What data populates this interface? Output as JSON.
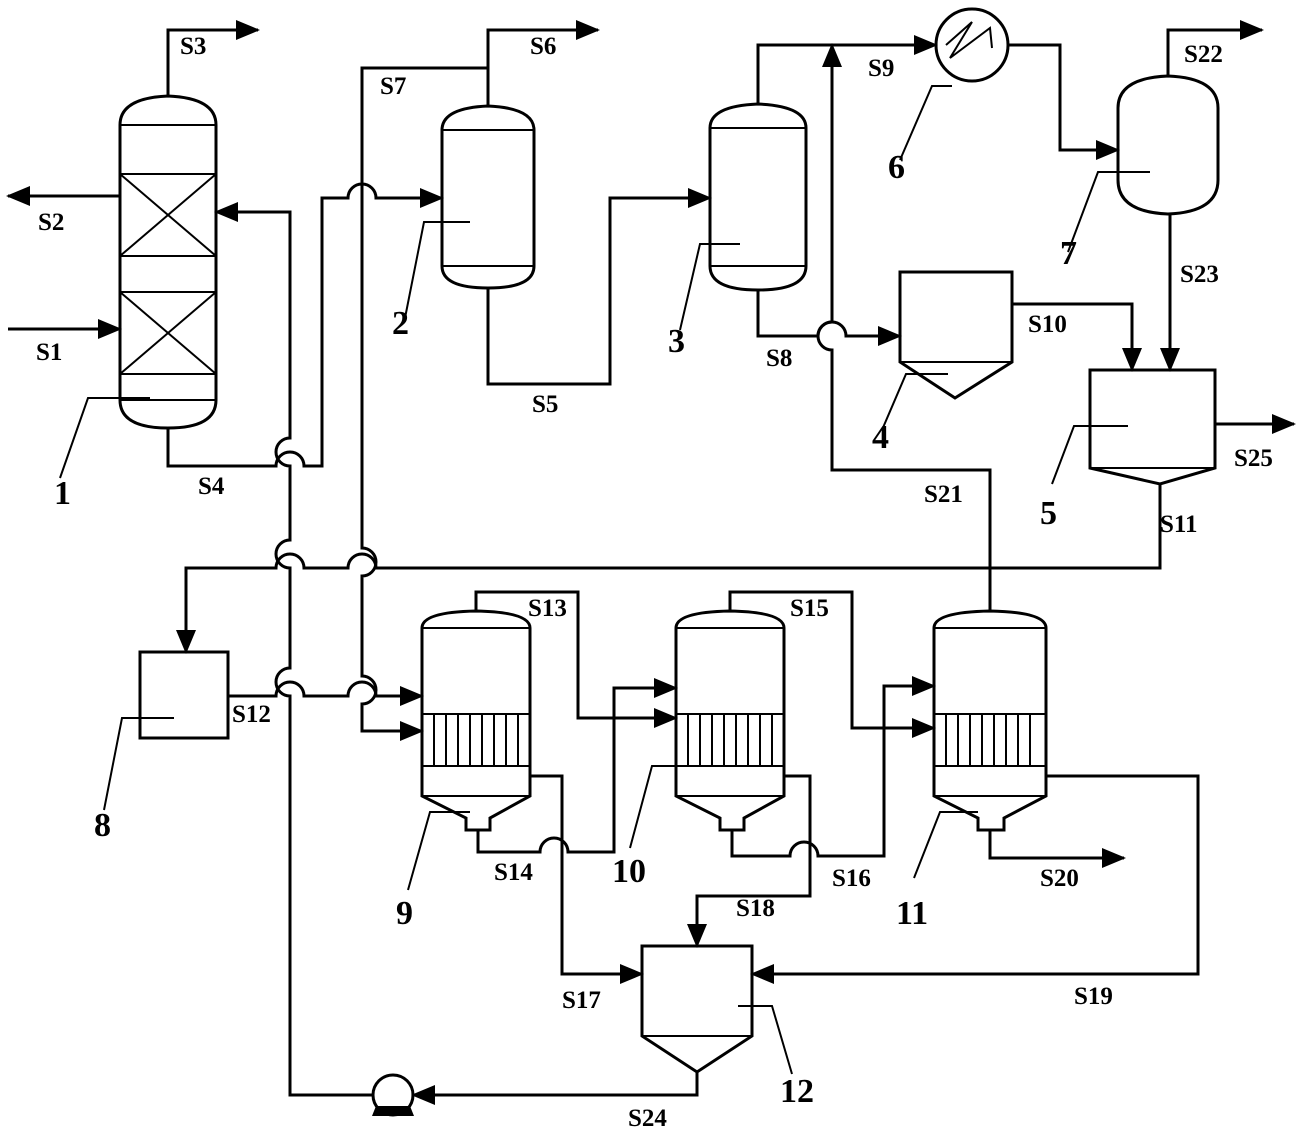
{
  "streams": {
    "s1": "S1",
    "s2": "S2",
    "s3": "S3",
    "s4": "S4",
    "s5": "S5",
    "s6": "S6",
    "s7": "S7",
    "s8": "S8",
    "s9": "S9",
    "s10": "S10",
    "s11": "S11",
    "s12": "S12",
    "s13": "S13",
    "s14": "S14",
    "s15": "S15",
    "s16": "S16",
    "s17": "S17",
    "s18": "S18",
    "s19": "S19",
    "s20": "S20",
    "s21": "S21",
    "s22": "S22",
    "s23": "S23",
    "s24": "S24",
    "s25": "S25"
  },
  "equipment": {
    "e1": "1",
    "e2": "2",
    "e3": "3",
    "e4": "4",
    "e5": "5",
    "e6": "6",
    "e7": "7",
    "e8": "8",
    "e9": "9",
    "e10": "10",
    "e11": "11",
    "e12": "12"
  }
}
